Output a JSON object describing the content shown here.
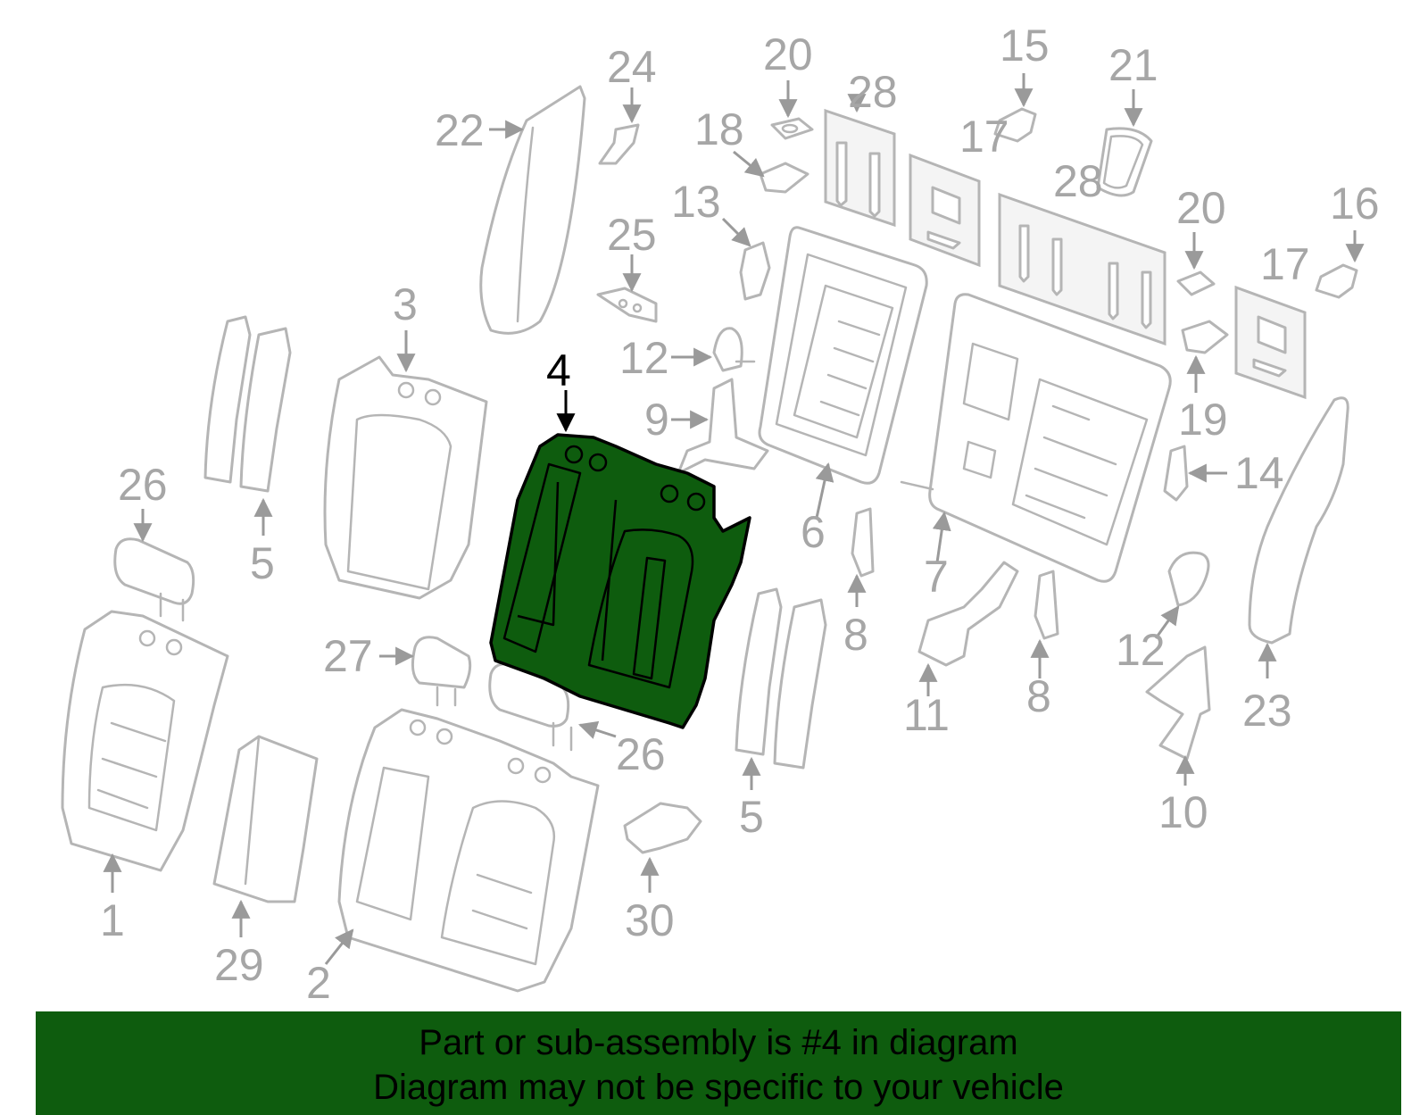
{
  "colors": {
    "highlight_fill": "#0e5c0e",
    "part_outline": "#b5b5b5",
    "highlight_outline": "#000000",
    "banner_bg": "#0e5c0e"
  },
  "highlighted_part": "4",
  "callouts": [
    "1",
    "2",
    "3",
    "4",
    "5",
    "5",
    "6",
    "7",
    "8",
    "8",
    "9",
    "10",
    "11",
    "12",
    "12",
    "13",
    "14",
    "15",
    "16",
    "17",
    "17",
    "18",
    "19",
    "20",
    "20",
    "21",
    "22",
    "23",
    "24",
    "25",
    "26",
    "26",
    "27",
    "28",
    "28",
    "29",
    "30"
  ],
  "banner": {
    "line1": "Part or sub-assembly is #4 in diagram",
    "line2": "Diagram may not be specific to your vehicle"
  }
}
